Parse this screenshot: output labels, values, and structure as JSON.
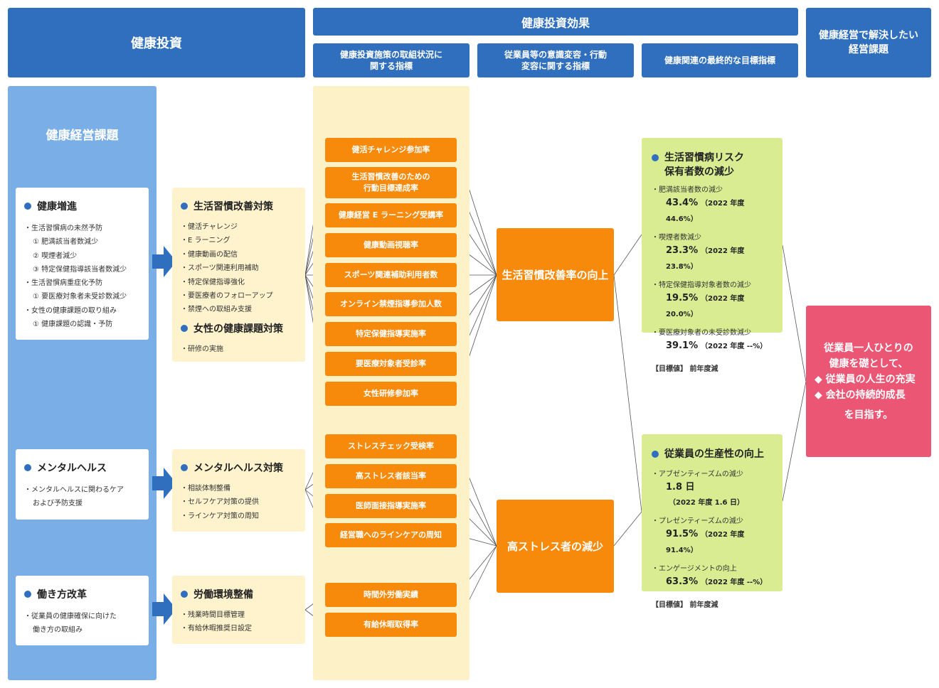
{
  "headers": {
    "health_investment": "健康投資",
    "health_investment_effect": "健康投資効果",
    "sub_indicators_1": "健康投資施策の取組状況に\n関する指標",
    "sub_indicators_2": "従業員等の意識変容・行動\n変容に関する指標",
    "sub_indicators_3": "健康関連の最終的な目標指標",
    "management_issue": "健康経営で解決したい\n経営課題"
  },
  "left_panel_title": "健康経営課題",
  "issues": [
    {
      "title": "健康増進",
      "items": [
        "・生活習慣病の未然予防",
        "① 肥満該当者数減少",
        "② 喫煙者減少",
        "③ 特定保健指導該当者数減少",
        "・生活習慣病重症化予防",
        "① 要医療対象者未受診数減少",
        "・女性の健康課題の取り組み",
        "① 健康課題の認識・予防"
      ]
    },
    {
      "title": "メンタルヘルス",
      "items": [
        "・メンタルヘルスに関わるケア",
        "および予防支援"
      ]
    },
    {
      "title": "働き方改革",
      "items": [
        "・従業員の健康確保に向けた",
        "働き方の取組み"
      ]
    }
  ],
  "measures": [
    {
      "title": "生活習慣改善対策",
      "items": [
        "・健活チャレンジ",
        "・E ラーニング",
        "・健康動画の配信",
        "・スポーツ関連利用補助",
        "・特定保健指導強化",
        "・要医療者のフォローアップ",
        "・禁煙への取組み支援"
      ],
      "title2": "女性の健康課題対策",
      "items2": [
        "・研修の実施"
      ]
    },
    {
      "title": "メンタルヘルス対策",
      "items": [
        "・相談体制整備",
        "・セルフケア対策の提供",
        "・ラインケア対策の周知"
      ]
    },
    {
      "title": "労働環境整備",
      "items": [
        "・残業時間目標管理",
        "・有給休暇推奨日設定"
      ]
    }
  ],
  "indicators": [
    "健活チャレンジ参加率",
    "生活習慣改善のための\n行動目標達成率",
    "健康経営 E ラーニング受講率",
    "健康動画視聴率",
    "スポーツ関連補助利用者数",
    "オンライン禁煙指導参加人数",
    "特定保健指導実施率",
    "要医療対象者受診率",
    "女性研修参加率",
    "ストレスチェック受検率",
    "高ストレス者該当率",
    "医師面接指導実施率",
    "経営職へのラインケアの周知",
    "時間外労働実績",
    "有給休暇取得率"
  ],
  "behavior": [
    "生活習慣改善率の向上",
    "高ストレス者の減少"
  ],
  "goals": [
    {
      "title": "生活習慣病リスク\n保有者数の減少",
      "metrics": [
        {
          "label": "・肥満該当者数の減少",
          "value": "43.4%",
          "prev": "（2022 年度 44.6%）"
        },
        {
          "label": "・喫煙者数減少",
          "value": "23.3%",
          "prev": "（2022 年度 23.8%）"
        },
        {
          "label": "・特定保健指導対象者数の減少",
          "value": "19.5%",
          "prev": "（2022 年度 20.0%）"
        },
        {
          "label": "・要医療対象者の未受診数減少",
          "value": "39.1%",
          "prev": "（2022 年度 --%）"
        }
      ],
      "target": "【目標値】 前年度減"
    },
    {
      "title": "従業員の生産性の向上",
      "metrics": [
        {
          "label": "・アブゼンティーズムの減少",
          "value": "1.8 日",
          "prev": "（2022 年度 1.6 日）"
        },
        {
          "label": "・プレゼンティーズムの減少",
          "value": "91.5%",
          "prev": "（2022 年度 91.4%）"
        },
        {
          "label": "・エンゲージメントの向上",
          "value": "63.3%",
          "prev": "（2022 年度 --%）"
        }
      ],
      "target": "【目標値】 前年度減"
    }
  ],
  "final": {
    "line1": "従業員一人ひとりの",
    "line2": "健康を礎として、",
    "line3": "◆ 従業員の人生の充実",
    "line4": "◆ 会社の持続的成長",
    "line5": "を目指す。"
  },
  "colors": {
    "header_blue": "#2f6fbd",
    "panel_blue": "#7aaee6",
    "panel_yellow": "#fdf1c8",
    "orange": "#f88a0b",
    "green": "#d9ec91",
    "pink": "#ec5675"
  }
}
